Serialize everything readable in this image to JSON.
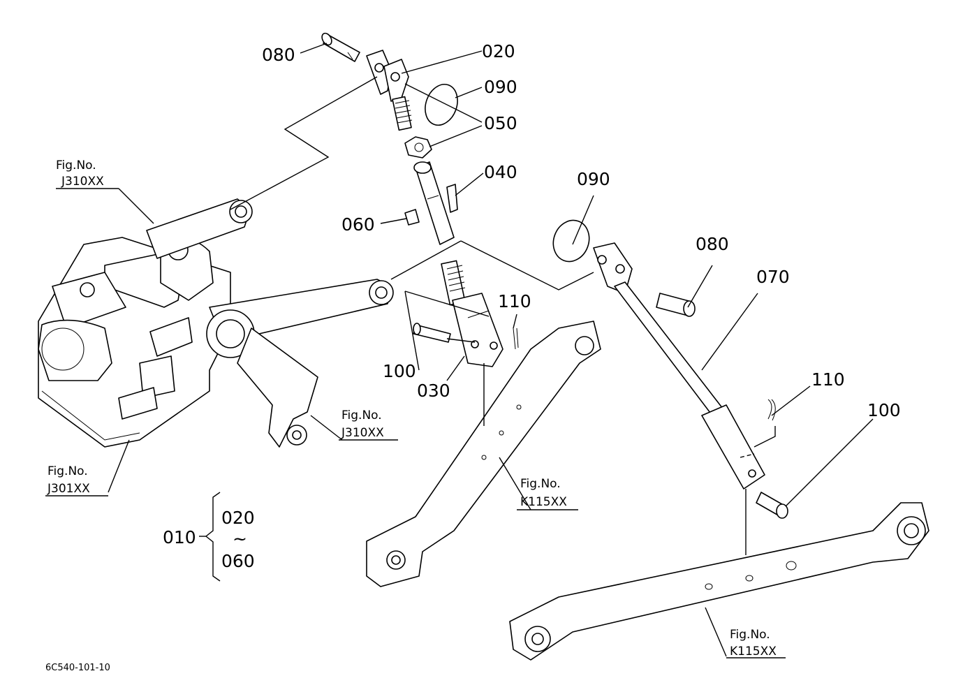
{
  "diagram_code": "6C540-101-10",
  "labels": {
    "p010": "010",
    "p020a": "020",
    "p020b": "020",
    "p030": "030",
    "p040": "040",
    "p050": "050",
    "p060a": "060",
    "p060b": "060",
    "p070": "070",
    "p080a": "080",
    "p080b": "080",
    "p090a": "090",
    "p090b": "090",
    "p100a": "100",
    "p100b": "100",
    "p110a": "110",
    "p110b": "110",
    "range_sep": "~"
  },
  "fig_refs": {
    "j310_top": {
      "line1": "Fig.No.",
      "line2": "J310XX"
    },
    "j310_mid": {
      "line1": "Fig.No.",
      "line2": "J310XX"
    },
    "j301": {
      "line1": "Fig.No.",
      "line2": "J301XX"
    },
    "k115_mid": {
      "line1": "Fig.No.",
      "line2": "K115XX"
    },
    "k115_bot": {
      "line1": "Fig.No.",
      "line2": "K115XX"
    }
  }
}
